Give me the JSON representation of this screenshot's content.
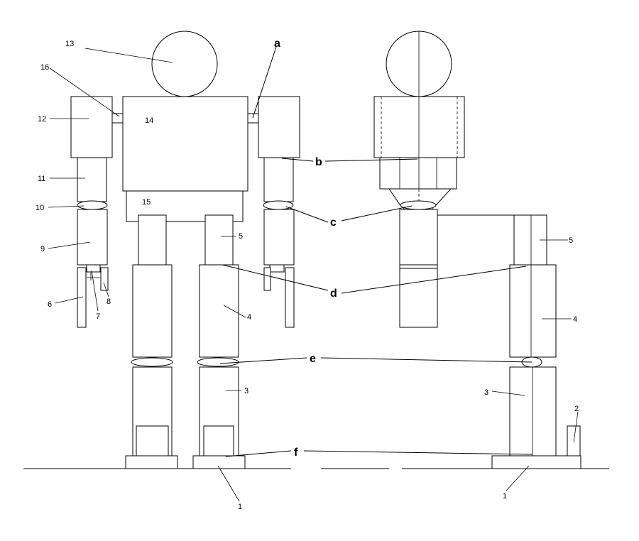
{
  "part_labels": {
    "p1": "1",
    "p2": "2",
    "p3": "3",
    "p4": "4",
    "p5": "5",
    "p6": "6",
    "p7": "7",
    "p8": "8",
    "p9": "9",
    "p10": "10",
    "p11": "11",
    "p12": "12",
    "p13": "13",
    "p14": "14",
    "p15": "15",
    "p16": "16"
  },
  "joint_labels": {
    "a": "a",
    "b": "b",
    "c": "c",
    "d": "d",
    "e": "e",
    "f": "f"
  }
}
